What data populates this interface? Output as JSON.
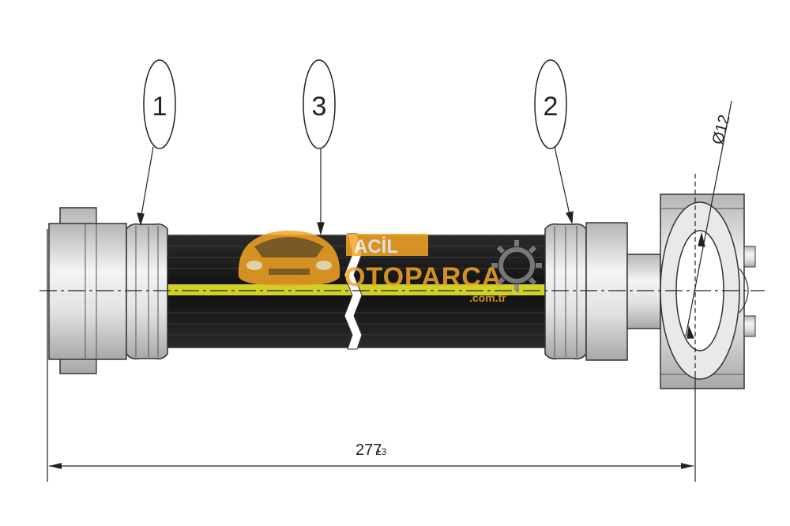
{
  "callouts": {
    "left_fitting": "1",
    "right_fitting": "2",
    "hose": "3"
  },
  "dimensions": {
    "length_value": "277",
    "length_tolerance": "±3",
    "diameter": "Ø12"
  },
  "watermark": {
    "line1": "ACİL",
    "line2": "OTOPARCA",
    "line3": ".com.tr"
  },
  "colors": {
    "hose": "#141414",
    "metal": "#d8d8d8",
    "outline": "#333333",
    "watermark_orange": "#f5a623",
    "stripe_yellow": "#e6e62a"
  }
}
